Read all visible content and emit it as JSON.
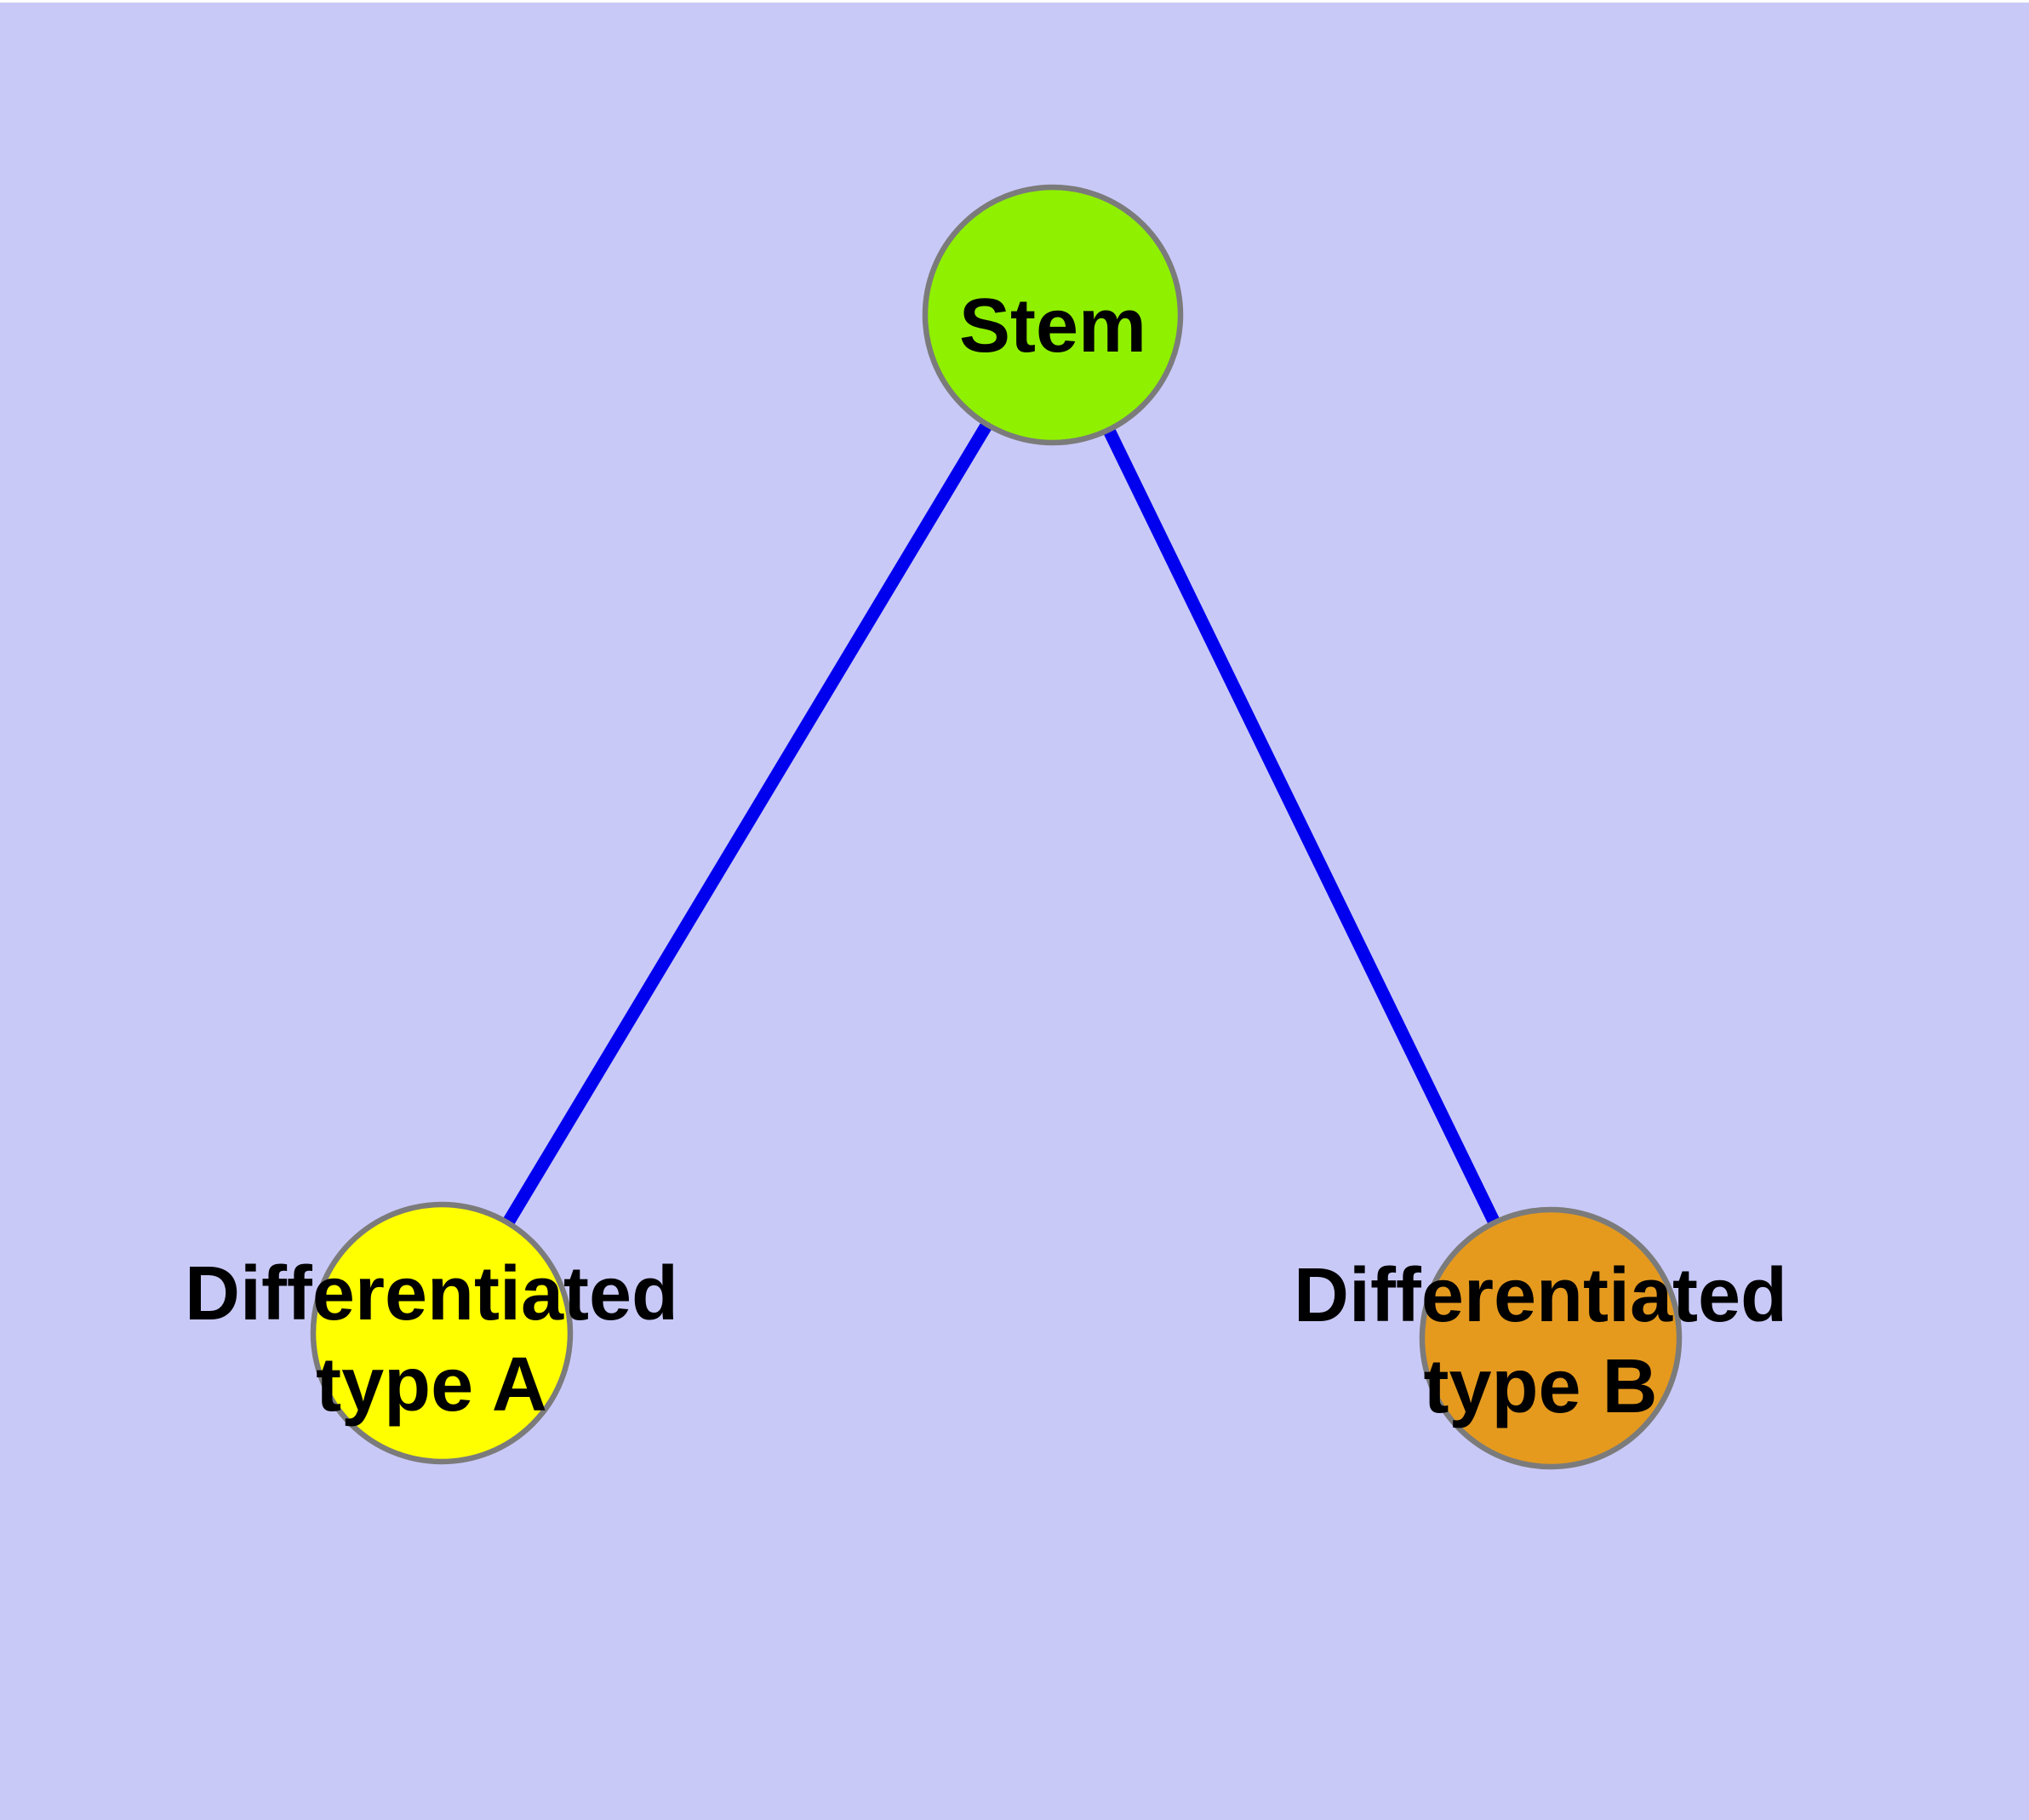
{
  "diagram": {
    "title": "",
    "colors": {
      "background": "#C9C9F8",
      "top_margin_strip": "#FFFFFF",
      "node_border": "#7B7B7B",
      "edge": "#0000EE",
      "label_text": "#000000",
      "stem_fill": "#8FF000",
      "type_a_fill": "#FFFF00",
      "type_b_fill": "#E59A1E"
    },
    "nodes": {
      "stem": {
        "label": "Stem",
        "color": "#8FF000"
      },
      "type_a": {
        "label_line1": "Differentiated",
        "label_line2": "type A",
        "color": "#FFFF00"
      },
      "type_b": {
        "label_line1": "Differentiated",
        "label_line2": "type B",
        "color": "#E59A1E"
      }
    },
    "edges": [
      {
        "from": "Stem",
        "to": "Differentiated type A"
      },
      {
        "from": "Stem",
        "to": "Differentiated type B"
      }
    ]
  }
}
